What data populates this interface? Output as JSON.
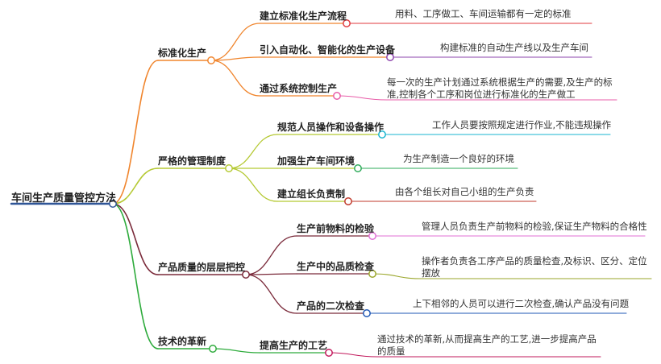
{
  "root": {
    "label": "车间生产质量管控方法",
    "color": "#2f5597"
  },
  "branches": [
    {
      "label": "标准化生产",
      "color": "#f0852d",
      "children": [
        {
          "label": "建立标准化生产流程",
          "color": "#e0393e",
          "desc": "用料、工序做工、车间运输都有一定的标准"
        },
        {
          "label": "引入自动化、智能化的生产设备",
          "color": "#8e44ad",
          "desc": "构建标准的自动生产线以及生产车间"
        },
        {
          "label": "通过系统控制生产",
          "color": "#e85ca8",
          "desc": "每一次的生产计划通过系统根据生产的需要,及生产的标准,控制各个工序和岗位进行标准化的生产做工"
        }
      ]
    },
    {
      "label": "严格的管理制度",
      "color": "#b5c933",
      "children": [
        {
          "label": "规范人员操作和设备操作",
          "color": "#19b6d0",
          "desc": "工作人员要按照规定进行作业,不能违规操作"
        },
        {
          "label": "加强生产车间环境",
          "color": "#2eab5a",
          "desc": "为生产制造一个良好的环境"
        },
        {
          "label": "建立组长负责制",
          "color": "#c0392b",
          "desc": "由各个组长对自己小组的生产负责"
        }
      ]
    },
    {
      "label": "产品质量的层层把控",
      "color": "#7a2a3a",
      "children": [
        {
          "label": "生产前物料的检验",
          "color": "#e06fd5",
          "desc": "管理人员负责生产前物料的检验,保证生产物料的合格性"
        },
        {
          "label": "生产中的品质检查",
          "color": "#9aa62a",
          "desc": "操作者负责各工序产品的质量检查,及标识、区分、定位摆放"
        },
        {
          "label": "产品的二次检查",
          "color": "#1f57b5",
          "desc": "上下相邻的人员可以进行二次检查,确认产品没有问题"
        }
      ]
    },
    {
      "label": "技术的革新",
      "color": "#2eab3c",
      "children": [
        {
          "label": "提高生产的工艺",
          "color": "#c2185b",
          "desc": "通过技术的革新,从而提高生产的工艺,进一步提高产品的质量"
        }
      ]
    }
  ]
}
